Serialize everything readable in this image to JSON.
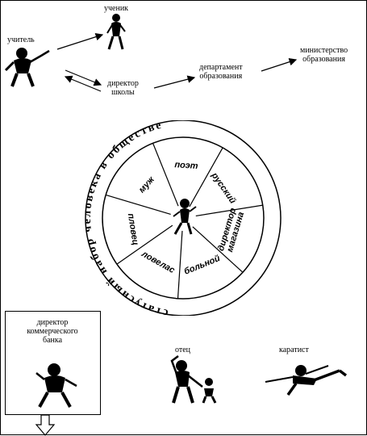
{
  "top_flow": {
    "student": "ученик",
    "teacher": "учитель",
    "director_lines": [
      "директор",
      "школы"
    ],
    "department_lines": [
      "департамент",
      "образования"
    ],
    "ministry_lines": [
      "министерство",
      "образования"
    ]
  },
  "wheel": {
    "ring_text": "статусный набор человека в обществе",
    "segments": [
      "поэт",
      "русский",
      "директор магазина",
      "больной",
      "ловелас",
      "пловец",
      "муж"
    ]
  },
  "bottom": {
    "commercial_director_lines": [
      "директор",
      "коммерческого",
      "банка"
    ],
    "father": "отец",
    "karateka": "каратист"
  },
  "colors": {
    "ink": "#000000",
    "paper": "#ffffff"
  },
  "icons": [
    "stick-figure-icon",
    "arrow-icon",
    "hollow-down-arrow-icon"
  ]
}
